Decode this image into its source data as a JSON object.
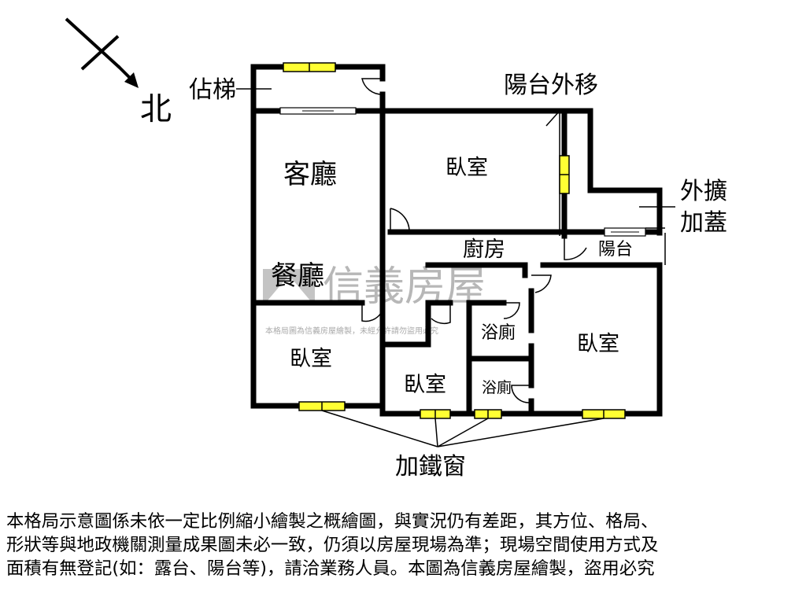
{
  "watermark": {
    "brand": "信義房屋",
    "notice": "本格局圖為信義房屋繪製，未經允許請勿盜用必究"
  },
  "compass": {
    "north_label": "北"
  },
  "rooms": {
    "stair": "佔梯",
    "living_room": "客廳",
    "dining_room": "餐廳",
    "bedroom_top": "臥室",
    "kitchen": "廚房",
    "balcony": "陽台",
    "bedroom_left": "臥室",
    "bedroom_small": "臥室",
    "bathroom_1": "浴廁",
    "bathroom_2": "浴廁",
    "bedroom_right": "臥室"
  },
  "annotations": {
    "balcony_moved_out": "陽台外移",
    "extension_line1": "外擴",
    "extension_line2": "加蓋",
    "iron_windows": "加鐵窗"
  },
  "disclaimer": "本格局示意圖係未依一定比例縮小繪製之概繪圖，與實況仍有差距，其方位、格局、\n形狀等與地政機關測量成果圖未必一致，仍須以房屋現場為準；現場空間使用方式及\n面積有無登記(如：露台、陽台等)，請洽業務人員。本圖為信義房屋繪製，盜用必究"
}
